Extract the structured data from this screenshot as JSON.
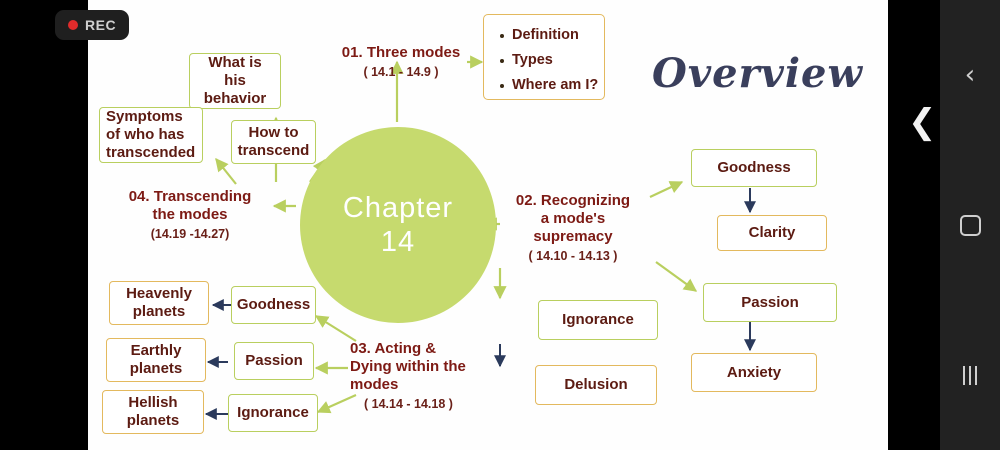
{
  "recording_badge": {
    "label": "REC",
    "dot_color": "#e02b2b"
  },
  "slide": {
    "heading": "Overview",
    "center": {
      "line1": "Chapter",
      "line2": "14",
      "color": "#c6da6e"
    },
    "branches": [
      {
        "id": "01",
        "title": "01. Three modes",
        "ref": "( 14.1 - 14.9 )"
      },
      {
        "id": "02",
        "title_line1": "02. Recognizing",
        "title_line2": "a mode's",
        "title_line3": "supremacy",
        "ref": "( 14.10 - 14.13 )"
      },
      {
        "id": "03",
        "title_line1": "03. Acting &",
        "title_line2": "Dying within the",
        "title_line3": "modes",
        "ref": "( 14.14 - 14.18 )"
      },
      {
        "id": "04",
        "title_line1": "04. Transcending",
        "title_line2": "the modes",
        "ref": "(14.19 -14.27)"
      }
    ],
    "topic01_bullets": [
      "Definition",
      "Types",
      "Where am I?"
    ],
    "nodes": {
      "what_is_his_behavior": "What is his behavior",
      "symptoms": "Symptoms of who has transcended",
      "how_to_transcend": "How to transcend",
      "goodness_right": "Goodness",
      "clarity": "Clarity",
      "passion_right": "Passion",
      "anxiety": "Anxiety",
      "ignorance_mid": "Ignorance",
      "delusion": "Delusion",
      "goodness_left": "Goodness",
      "passion_left": "Passion",
      "ignorance_left": "Ignorance",
      "heavenly_planets": "Heavenly planets",
      "earthly_planets": "Earthly planets",
      "hellish_planets": "Hellish planets"
    },
    "colors": {
      "green_border": "#b9cf5f",
      "tan_border": "#e3b95e",
      "text_maroon": "#5c1b12",
      "branch_maroon": "#7d1a14",
      "arrow_green": "#b9cf5f",
      "arrow_navy": "#2b3a5c",
      "heading_navy": "#3a3f5c"
    }
  },
  "navbar": {
    "back_icon": "chevron-left-icon",
    "home_icon": "home-square-icon",
    "recents_icon": "recents-bars-icon"
  },
  "overlay": {
    "back_chevron": "chevron-left-icon"
  }
}
